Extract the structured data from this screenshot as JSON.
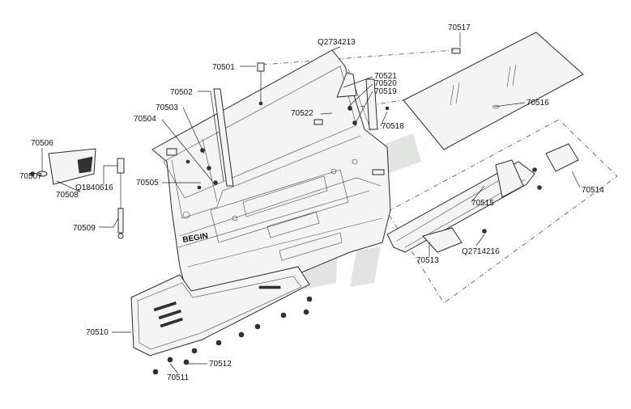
{
  "diagram": {
    "colors": {
      "line": "#222222",
      "watermark": "#c9cfc9",
      "background": "#ffffff"
    },
    "emblem_text": "BEGIN",
    "labels": [
      {
        "id": "70517",
        "text": "70517"
      },
      {
        "id": "Q2734213",
        "text": "Q2734213"
      },
      {
        "id": "70501",
        "text": "70501"
      },
      {
        "id": "70521",
        "text": "70521"
      },
      {
        "id": "70520",
        "text": "70520"
      },
      {
        "id": "70519",
        "text": "70519"
      },
      {
        "id": "70502",
        "text": "70502"
      },
      {
        "id": "70516",
        "text": "70516"
      },
      {
        "id": "70503",
        "text": "70503"
      },
      {
        "id": "70522",
        "text": "70522"
      },
      {
        "id": "70504",
        "text": "70504"
      },
      {
        "id": "70518",
        "text": "70518"
      },
      {
        "id": "70506",
        "text": "70506"
      },
      {
        "id": "70507",
        "text": "70507"
      },
      {
        "id": "70508",
        "text": "70508"
      },
      {
        "id": "Q1840616",
        "text": "Q1840616"
      },
      {
        "id": "70505",
        "text": "70505"
      },
      {
        "id": "70514",
        "text": "70514"
      },
      {
        "id": "70515",
        "text": "70515"
      },
      {
        "id": "70509",
        "text": "70509"
      },
      {
        "id": "70513",
        "text": "70513"
      },
      {
        "id": "Q2714216",
        "text": "Q2714216"
      },
      {
        "id": "70510",
        "text": "70510"
      },
      {
        "id": "70512",
        "text": "70512"
      },
      {
        "id": "70511",
        "text": "70511"
      }
    ]
  }
}
